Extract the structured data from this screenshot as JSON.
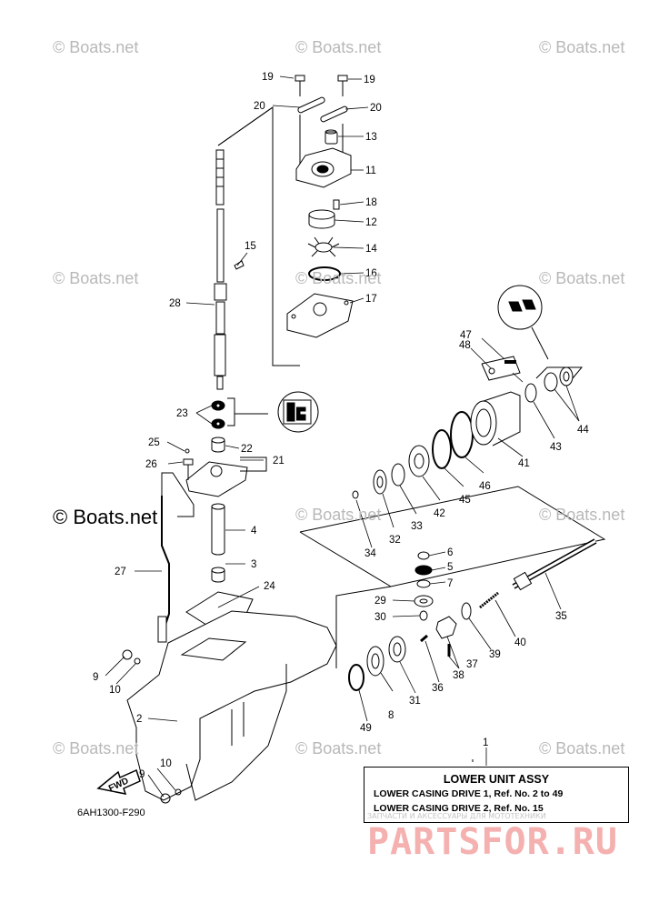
{
  "watermark_text": "© Boats.net",
  "figure_code": "6AH1300-F290",
  "legend": {
    "index": "1",
    "title": "LOWER UNIT ASSY",
    "line1": "LOWER CASING DRIVE 1,  Ref. No. 2 to 49",
    "line2": "LOWER CASING DRIVE 2,  Ref. No. 15"
  },
  "fwd_label": "FWD",
  "seller_caption": "ЗАПЧАСТИ И АКСЕССУАРЫ ДЛЯ МОТОТЕХНИКИ",
  "seller_logo": "PARTSFOR.RU",
  "callouts": [
    "2",
    "3",
    "4",
    "5",
    "6",
    "7",
    "8",
    "9",
    "9",
    "10",
    "10",
    "11",
    "12",
    "13",
    "14",
    "15",
    "16",
    "17",
    "18",
    "19",
    "19",
    "20",
    "20",
    "21",
    "22",
    "23",
    "24",
    "25",
    "26",
    "27",
    "28",
    "29",
    "30",
    "31",
    "32",
    "33",
    "34",
    "35",
    "36",
    "37",
    "38",
    "39",
    "40",
    "41",
    "42",
    "43",
    "44",
    "45",
    "46",
    "47",
    "48",
    "49"
  ]
}
